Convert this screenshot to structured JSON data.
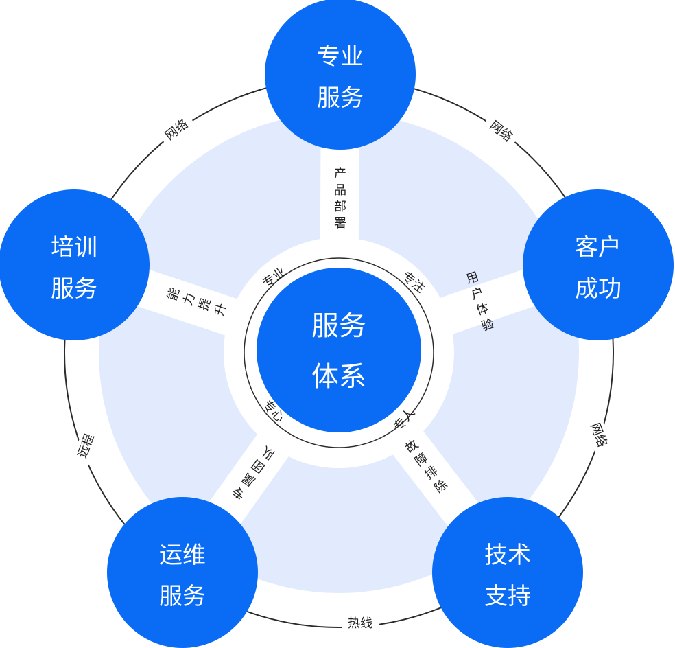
{
  "center": {
    "line1": "服务",
    "line2": "体系"
  },
  "nodes": [
    {
      "line1": "专业",
      "line2": "服务"
    },
    {
      "line1": "客户",
      "line2": "成功"
    },
    {
      "line1": "技术",
      "line2": "支持"
    },
    {
      "line1": "运维",
      "line2": "服务"
    },
    {
      "line1": "培训",
      "line2": "服务"
    }
  ],
  "spoke_labels": {
    "top": [
      "产",
      "品",
      "部",
      "署"
    ],
    "right": [
      "用",
      "户",
      "体",
      "验"
    ],
    "bottom_right": [
      "故",
      "障",
      "排",
      "除"
    ],
    "bottom_left": [
      "专",
      "属",
      "团",
      "队"
    ],
    "left": [
      "能",
      "力",
      "提",
      "升"
    ]
  },
  "inner_labels": {
    "top_left": "专业",
    "top_right": "专注",
    "bottom_right": "专人",
    "bottom_left": "专心"
  },
  "outer_labels": {
    "upper_left": "网络",
    "upper_right": "网络",
    "right": "网络",
    "bottom": "热线",
    "left": "远程"
  },
  "colors": {
    "node_blue": "#0a6cf5",
    "disc_light": "#e2eafd",
    "ring_line": "#2b2b2b",
    "text_dark": "#222222"
  }
}
